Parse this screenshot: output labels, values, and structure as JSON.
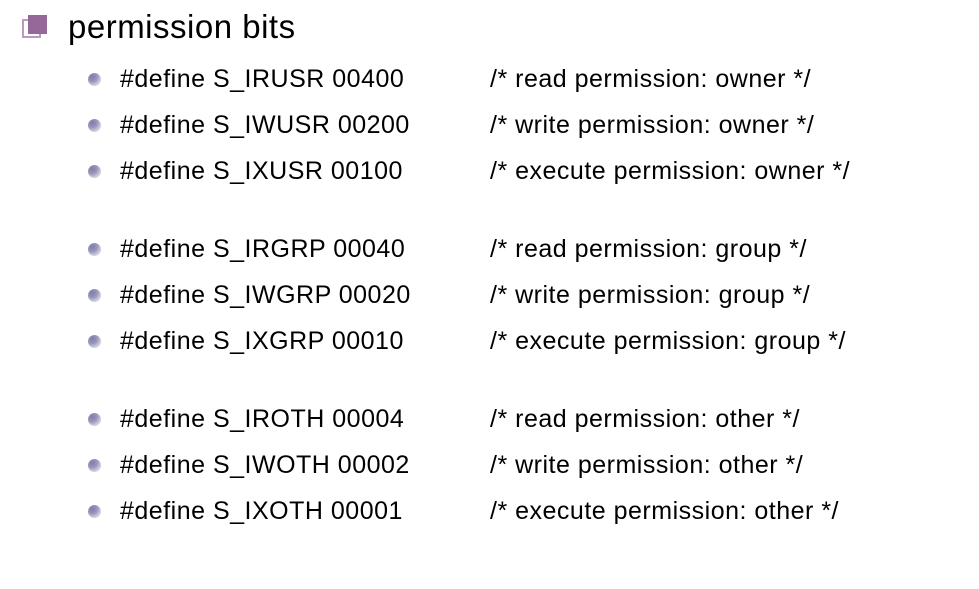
{
  "slide": {
    "title": "permission bits",
    "colors": {
      "background": "#ffffff",
      "text": "#000000",
      "title_icon_fill": "#96689a",
      "title_icon_frame": "#bd98bf",
      "bullet_dark": "#807daa",
      "bullet_light": "#eeeef4"
    }
  },
  "groups": [
    {
      "name": "owner",
      "items": [
        {
          "code": "#define S_IRUSR 00400",
          "comment": "/* read permission: owner */"
        },
        {
          "code": "#define S_IWUSR 00200",
          "comment": "/* write permission: owner */"
        },
        {
          "code": "#define S_IXUSR 00100",
          "comment": "/* execute permission: owner */"
        }
      ]
    },
    {
      "name": "group",
      "items": [
        {
          "code": "#define S_IRGRP 00040",
          "comment": "/* read permission: group */"
        },
        {
          "code": "#define S_IWGRP 00020",
          "comment": "/* write permission: group */"
        },
        {
          "code": "#define S_IXGRP 00010",
          "comment": "/* execute permission: group */"
        }
      ]
    },
    {
      "name": "other",
      "items": [
        {
          "code": "#define S_IROTH 00004",
          "comment": "/* read permission: other */"
        },
        {
          "code": "#define S_IWOTH 00002",
          "comment": "/* write permission: other */"
        },
        {
          "code": "#define S_IXOTH 00001",
          "comment": "/* execute permission: other */"
        }
      ]
    }
  ]
}
